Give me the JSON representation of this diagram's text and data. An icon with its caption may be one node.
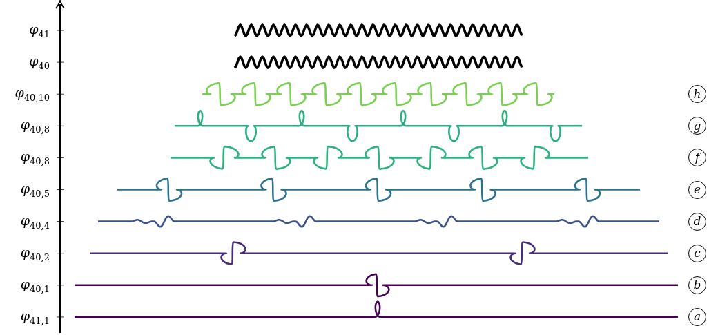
{
  "diagram": {
    "nodes": [
      {
        "text": [
          "h"
        ]
      },
      {
        "text": [
          "g"
        ]
      },
      {
        "text": [
          "f"
        ]
      },
      {
        "text": [
          "e"
        ]
      },
      {
        "text": [
          "d"
        ]
      },
      {
        "text": [
          "c"
        ]
      },
      {
        "text": [
          "b"
        ]
      },
      {
        "text": [
          "a"
        ]
      }
    ],
    "labels": [
      "*φ*$_{41}$",
      "*φ*$_{40}$",
      "*φ*$_{40,10}$",
      "*φ*$_{40,8}$",
      "*φ*$_{40,8}$",
      "*φ*$_{40,5}$",
      "*φ*$_{40,4}$",
      "*φ*$_{40,2}$",
      "*φ*$_{40,1}$",
      "*φ*$_{41,1}$"
    ]
  }
}
